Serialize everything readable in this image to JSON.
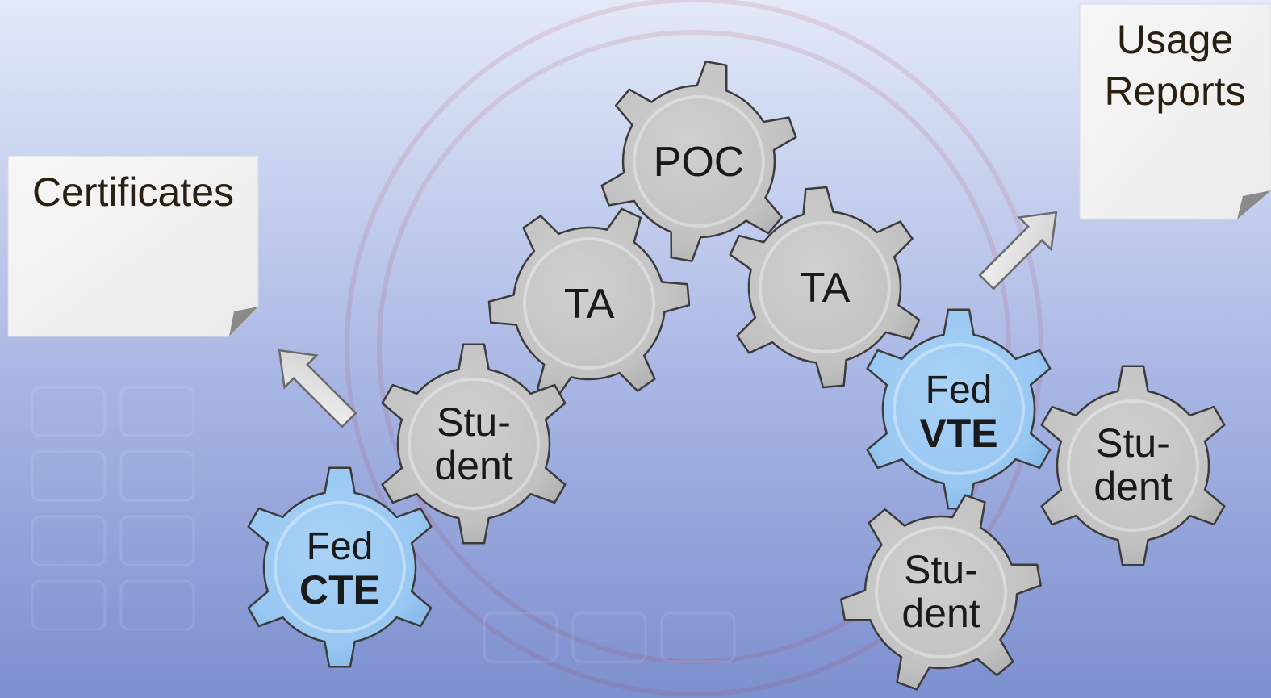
{
  "colors": {
    "background_top": "#dfe6f7",
    "background_bottom": "#7f92d0",
    "gear_gray": "#c4c4c4",
    "gear_blue": "#9ccbf4",
    "note_fill": "#f2f2f2"
  },
  "notes": {
    "certificates": {
      "label": "Certificates"
    },
    "usage_reports": {
      "line1": "Usage",
      "line2": "Reports"
    }
  },
  "gears": {
    "poc": {
      "label": "POC"
    },
    "ta_left": {
      "label": "TA"
    },
    "ta_right": {
      "label": "TA"
    },
    "student_left": {
      "line1": "Stu-",
      "line2": "dent"
    },
    "fed_cte": {
      "line1": "Fed",
      "line2": "CTE"
    },
    "fed_vte": {
      "line1": "Fed",
      "line2": "VTE"
    },
    "student_right": {
      "line1": "Stu-",
      "line2": "dent"
    },
    "student_bottom": {
      "line1": "Stu-",
      "line2": "dent"
    }
  },
  "arrows": {
    "to_certificates": {
      "direction": "up-left"
    },
    "to_usage_reports": {
      "direction": "up-right"
    }
  }
}
